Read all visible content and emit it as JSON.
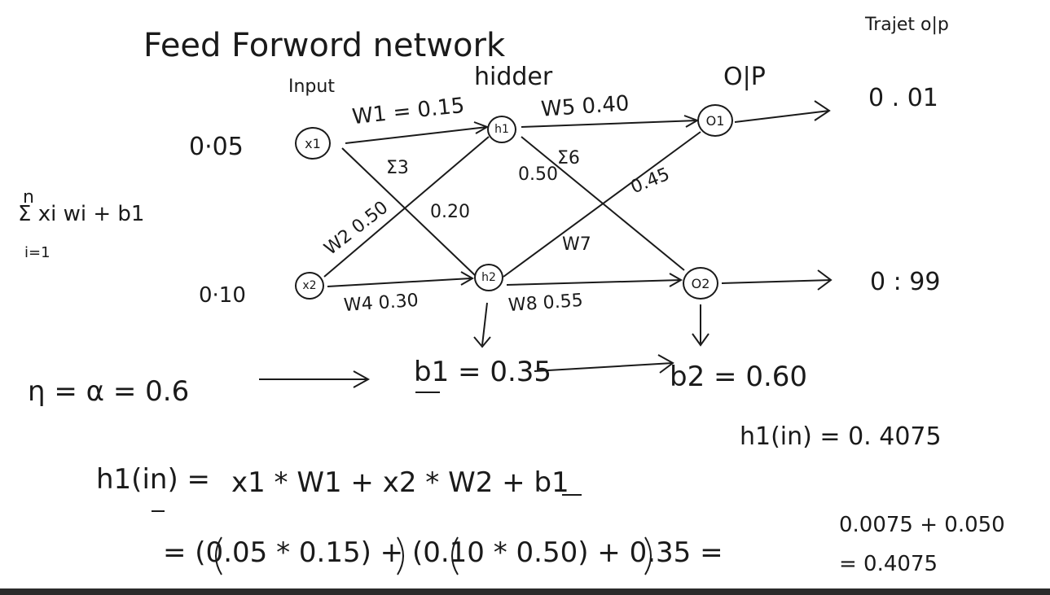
{
  "title": "Feed Forword network",
  "labels": {
    "input": "Input",
    "hidden": "hidder",
    "output": "O|P",
    "target": "Trajet o|p"
  },
  "inputs": {
    "x1_value": "0·05",
    "x2_value": "0·10"
  },
  "targets": {
    "t1": "0 . 01",
    "t2": "0 : 99"
  },
  "nodes": {
    "x1": "x1",
    "x2": "x2",
    "h1": "h1",
    "h2": "h2",
    "o1": "O1",
    "o2": "O2"
  },
  "weights": {
    "w1": "W1 = 0.15",
    "w2": "W2 0.50",
    "w3_label": "Σ3",
    "w3": "0.20",
    "w4": "W4 0.30",
    "w5": "W5 0.40",
    "w6_label": "Σ6",
    "w6": "0.50",
    "w7_label": "W7",
    "w7": "0.45",
    "w8": "W8 0.55"
  },
  "sum_formula": "Σ xi wi + b1",
  "sum_limits": "i=1",
  "sum_upper": "n",
  "learning_rate": "η = α = 0.6",
  "biases": {
    "b1": "b1 = 0.35",
    "b2": "b2 = 0.60"
  },
  "calc": {
    "h1_in_result": "h1(in) = 0. 4075",
    "h1_in_formula_lhs": "h1(in) =",
    "h1_in_formula_rhs": "x1 * W1 + x2 * W2 + b1",
    "h1_in_subst": "= (0.05 * 0.15) + (0.10 * 0.50) + 0.35 =",
    "h1_in_partial": "0.0075 + 0.050",
    "h1_in_final": "= 0.4075"
  }
}
